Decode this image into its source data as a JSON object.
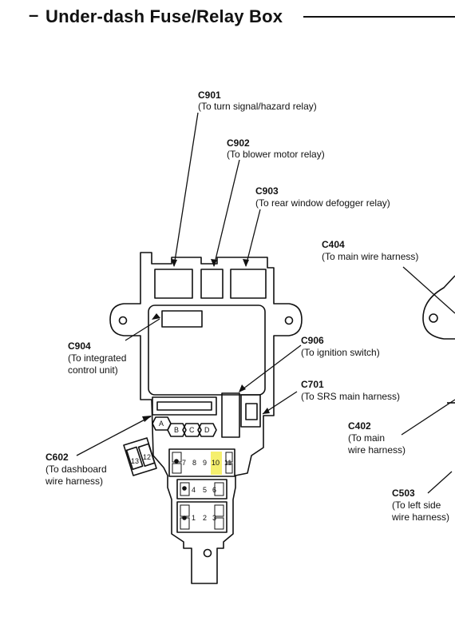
{
  "title": "Under-dash Fuse/Relay Box",
  "highlight_color": "#f5ef6e",
  "callouts": {
    "c901": {
      "code": "C901",
      "desc": "(To turn signal/hazard relay)"
    },
    "c902": {
      "code": "C902",
      "desc": "(To blower motor relay)"
    },
    "c903": {
      "code": "C903",
      "desc": "(To rear window defogger relay)"
    },
    "c404": {
      "code": "C404",
      "desc": "(To main wire harness)"
    },
    "c904": {
      "code": "C904",
      "desc1": "(To integrated",
      "desc2": "control unit)"
    },
    "c906": {
      "code": "C906",
      "desc": "(To ignition switch)"
    },
    "c701": {
      "code": "C701",
      "desc": "(To SRS main harness)"
    },
    "c402": {
      "code": "C402",
      "desc1": "(To main",
      "desc2": "wire harness)"
    },
    "c602": {
      "code": "C602",
      "desc1": "(To dashboard",
      "desc2": "wire harness)"
    },
    "c503": {
      "code": "C503",
      "desc1": "(To left side",
      "desc2": "wire harness)"
    }
  },
  "terminals": {
    "a": "A",
    "b": "B",
    "c": "C",
    "d": "D",
    "t13": "13",
    "t12": "12",
    "t7": "7",
    "t8": "8",
    "t9": "9",
    "t10": "10",
    "t11": "11",
    "t4": "4",
    "t5": "5",
    "t6": "6",
    "t1": "1",
    "t2": "2",
    "t3": "3"
  }
}
